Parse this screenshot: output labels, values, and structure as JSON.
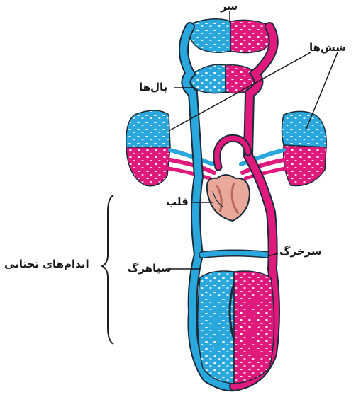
{
  "labels": {
    "head": "سر",
    "lungs": "شش‌ها",
    "wings": "بال‌ها",
    "heart": "قلب",
    "lower_limbs": "اندام‌های تحتانی",
    "vein": "سیاهرگ",
    "artery": "سرخرگ"
  },
  "colors": {
    "vein_blue": "#2aa7dd",
    "artery_pink": "#e0197d",
    "vessel_outline": "#1b2b3a",
    "heart_fill": "#e8a89a",
    "heart_dark": "#b8695a",
    "capillary_dots": "#ffffff"
  }
}
